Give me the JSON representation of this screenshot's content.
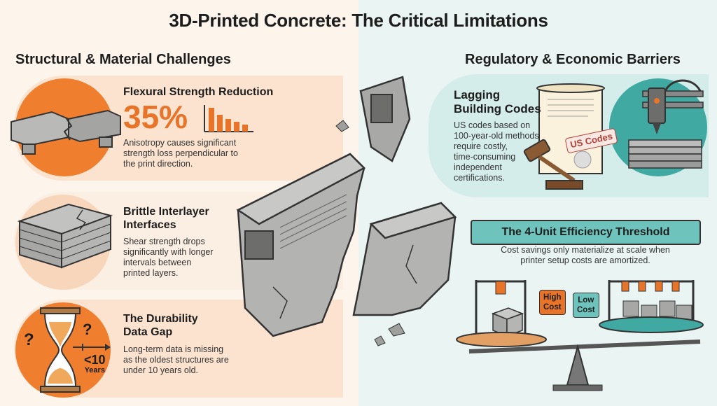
{
  "title": "3D-Printed Concrete: The Critical Limitations",
  "left": {
    "heading": "Structural & Material Challenges",
    "items": [
      {
        "title": "Flexural Strength Reduction",
        "stat": "35%",
        "text": [
          "Anisotropy causes significant",
          "strength loss perpendicular to",
          "the print direction."
        ]
      },
      {
        "title": [
          "Brittle Interlayer",
          "Interfaces"
        ],
        "text": [
          "Shear strength drops",
          "significantly with longer",
          "intervals between",
          "printed layers."
        ]
      },
      {
        "title": [
          "The Durability",
          "Data Gap"
        ],
        "text": [
          "Long-term data is missing",
          "as the oldest structures are",
          "under 10 years old."
        ],
        "icon_label": [
          "<10",
          "Years"
        ],
        "question": "?"
      }
    ]
  },
  "right": {
    "heading": "Regulatory & Economic Barriers",
    "codes": {
      "title": [
        "Lagging",
        "Building Codes"
      ],
      "text": [
        "US codes based on",
        "100-year-old methods",
        "require costly,",
        "time-consuming",
        "independent",
        "certifications."
      ],
      "stamp": "US Codes"
    },
    "threshold": {
      "banner": "The 4-Unit Efficiency Threshold",
      "text": [
        "Cost savings only materialize at scale when",
        "printer setup costs are amortized."
      ],
      "high_cost": [
        "High",
        "Cost"
      ],
      "low_cost": [
        "Low",
        "Cost"
      ]
    }
  },
  "colors": {
    "accent": "#e8742a",
    "teal": "#6ec4bd",
    "concrete": "#a9aaa8"
  }
}
